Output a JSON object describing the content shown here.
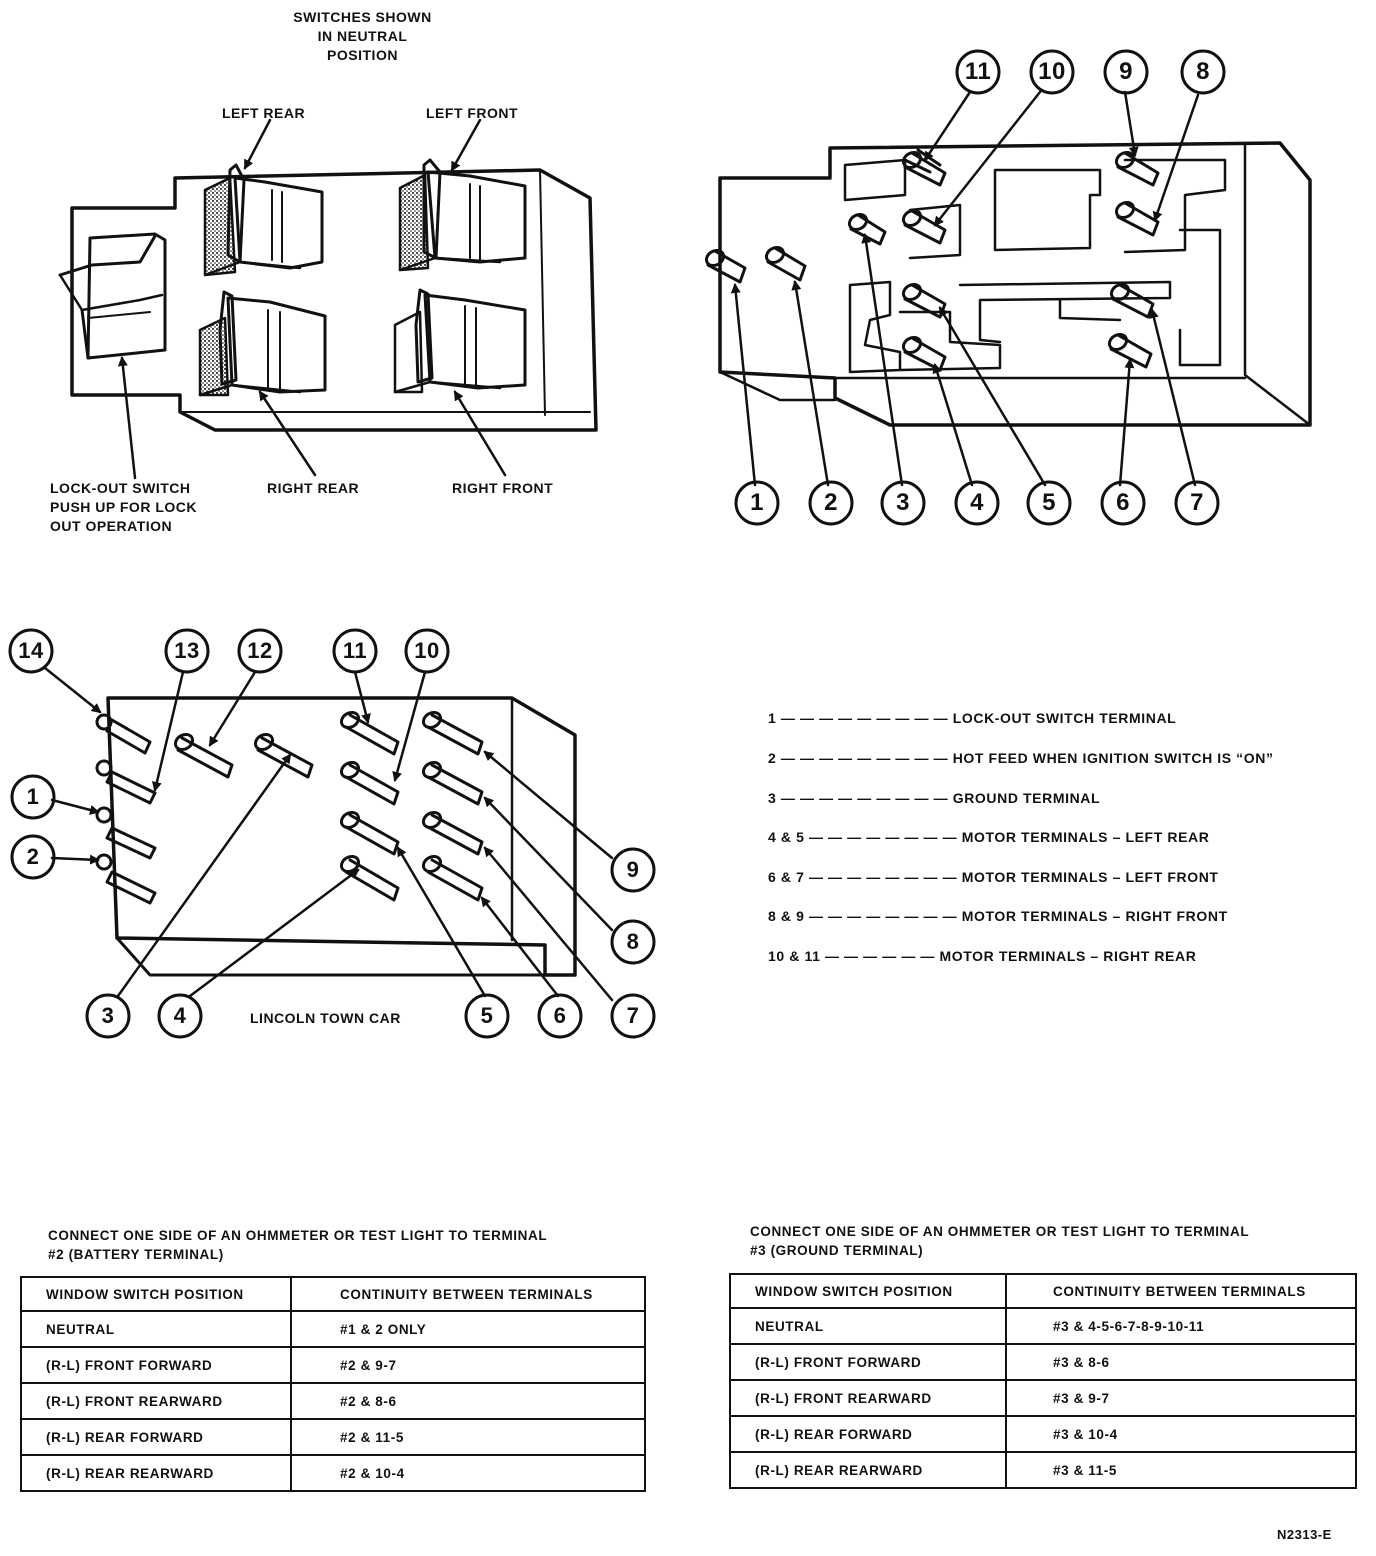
{
  "top_left": {
    "header": [
      "SWITCHES SHOWN",
      "IN NEUTRAL",
      "POSITION"
    ],
    "labels": {
      "left_rear": "LEFT REAR",
      "left_front": "LEFT FRONT",
      "right_rear": "RIGHT REAR",
      "right_front": "RIGHT FRONT",
      "lockout": [
        "LOCK-OUT SWITCH",
        "PUSH UP FOR LOCK",
        "OUT OPERATION"
      ]
    }
  },
  "top_right": {
    "top_callouts": [
      "11",
      "10",
      "9",
      "8"
    ],
    "bottom_callouts": [
      "1",
      "2",
      "3",
      "4",
      "5",
      "6",
      "7"
    ]
  },
  "bottom_left": {
    "callouts": [
      "14",
      "13",
      "12",
      "11",
      "10",
      "1",
      "2",
      "9",
      "8",
      "3",
      "4",
      "5",
      "6",
      "7"
    ],
    "caption": "LINCOLN TOWN CAR"
  },
  "legend": [
    {
      "num": "1",
      "dash": "— — — — — — — — —",
      "text": "LOCK-OUT SWITCH TERMINAL"
    },
    {
      "num": "2",
      "dash": "— — — — — — — — —",
      "text": "HOT FEED WHEN IGNITION SWITCH IS “ON”"
    },
    {
      "num": "3",
      "dash": "— — — — — — — — —",
      "text": "GROUND TERMINAL"
    },
    {
      "num": "4 & 5",
      "dash": "— — — — — — — —",
      "text": "MOTOR TERMINALS – LEFT REAR"
    },
    {
      "num": "6 & 7",
      "dash": "— — — — — — — —",
      "text": "MOTOR TERMINALS – LEFT FRONT"
    },
    {
      "num": "8 & 9",
      "dash": "— — — — — — — —",
      "text": "MOTOR TERMINALS – RIGHT FRONT"
    },
    {
      "num": "10 & 11",
      "dash": "— — — — — —",
      "text": "MOTOR TERMINALS – RIGHT REAR"
    }
  ],
  "table_left": {
    "note": [
      "CONNECT ONE SIDE OF AN OHMMETER OR TEST LIGHT TO TERMINAL",
      "#2 (BATTERY TERMINAL)"
    ],
    "headers": [
      "WINDOW SWITCH POSITION",
      "CONTINUITY BETWEEN TERMINALS"
    ],
    "rows": [
      [
        "NEUTRAL",
        "#1 & 2 ONLY"
      ],
      [
        "(R-L) FRONT FORWARD",
        "#2 & 9-7"
      ],
      [
        "(R-L) FRONT REARWARD",
        "#2 & 8-6"
      ],
      [
        "(R-L) REAR FORWARD",
        "#2 & 11-5"
      ],
      [
        "(R-L) REAR REARWARD",
        "#2 & 10-4"
      ]
    ]
  },
  "table_right": {
    "note": [
      "CONNECT ONE SIDE OF AN OHMMETER OR TEST LIGHT TO TERMINAL",
      "#3 (GROUND TERMINAL)"
    ],
    "headers": [
      "WINDOW SWITCH POSITION",
      "CONTINUITY BETWEEN TERMINALS"
    ],
    "rows": [
      [
        "NEUTRAL",
        "#3 & 4-5-6-7-8-9-10-11"
      ],
      [
        "(R-L) FRONT FORWARD",
        "#3 & 8-6"
      ],
      [
        "(R-L) FRONT REARWARD",
        "#3 & 9-7"
      ],
      [
        "(R-L) REAR FORWARD",
        "#3 & 10-4"
      ],
      [
        "(R-L) REAR REARWARD",
        "#3 & 11-5"
      ]
    ]
  },
  "figure_id": "N2313-E"
}
